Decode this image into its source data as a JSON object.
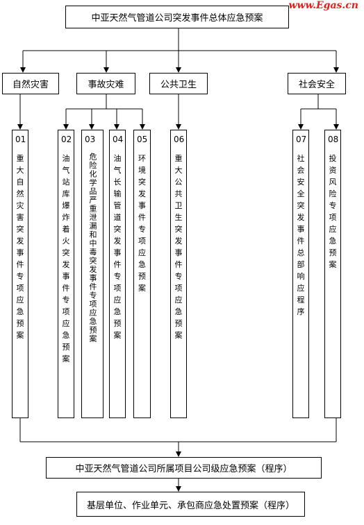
{
  "watermark": "www.Egas.cn",
  "top": "中亚天然气管道公司突发事件总体应急预案",
  "categories": [
    "自然灾害",
    "事故灾难",
    "公共卫生",
    "社会安全"
  ],
  "plans": [
    {
      "num": "01",
      "text": "重大自然灾害突发事件专项应急预案"
    },
    {
      "num": "02",
      "text": "油气站库爆炸着火突发事件专项应急预案"
    },
    {
      "num": "03",
      "text": "危险化学品严重泄漏和中毒突发事件专项应急预案"
    },
    {
      "num": "04",
      "text": "油气长输管道突发事件专项应急预案"
    },
    {
      "num": "05",
      "text": "环境突发事件专项应急预案"
    },
    {
      "num": "06",
      "text": "重大公共卫生突发事件专项应急预案"
    },
    {
      "num": "07",
      "text": "社会安全突发事件总部响应程序"
    },
    {
      "num": "08",
      "text": "投资风险专项应急预案"
    }
  ],
  "level2": "中亚天然气管道公司所属项目公司级应急预案（程序）",
  "level3": "基层单位、作业单元、承包商应急处置预案（程序）"
}
